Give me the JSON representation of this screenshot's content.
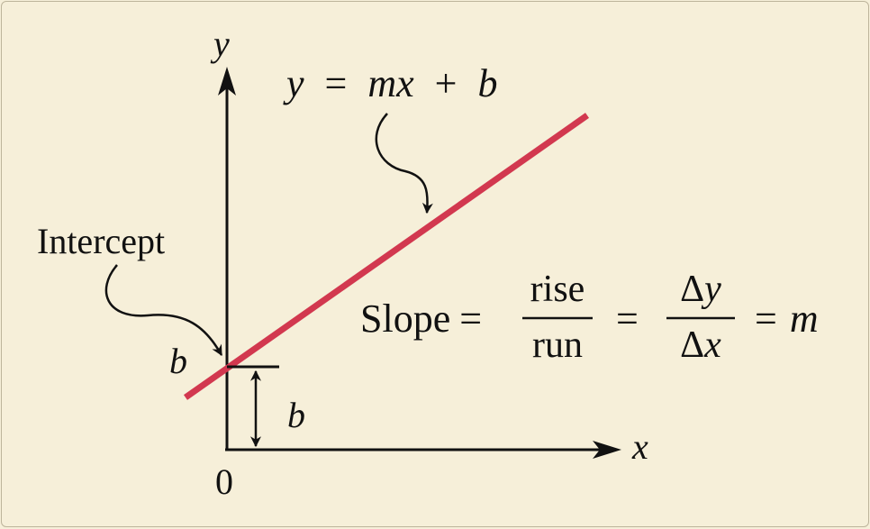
{
  "axes": {
    "y_label": "y",
    "x_label": "x",
    "origin_label": "0"
  },
  "equation": {
    "y": "y",
    "eq": "=",
    "mx": "mx",
    "plus": "+",
    "b": "b"
  },
  "intercept": {
    "label": "Intercept",
    "b_left": "b",
    "b_height": "b"
  },
  "slope": {
    "prefix": "Slope",
    "eq": "=",
    "rise": "rise",
    "run": "run",
    "delta": "Δ",
    "dy": "y",
    "dx": "x",
    "m": "m"
  },
  "colors": {
    "line": "#d2384f",
    "ink": "#111111",
    "background": "#f6efd9"
  }
}
